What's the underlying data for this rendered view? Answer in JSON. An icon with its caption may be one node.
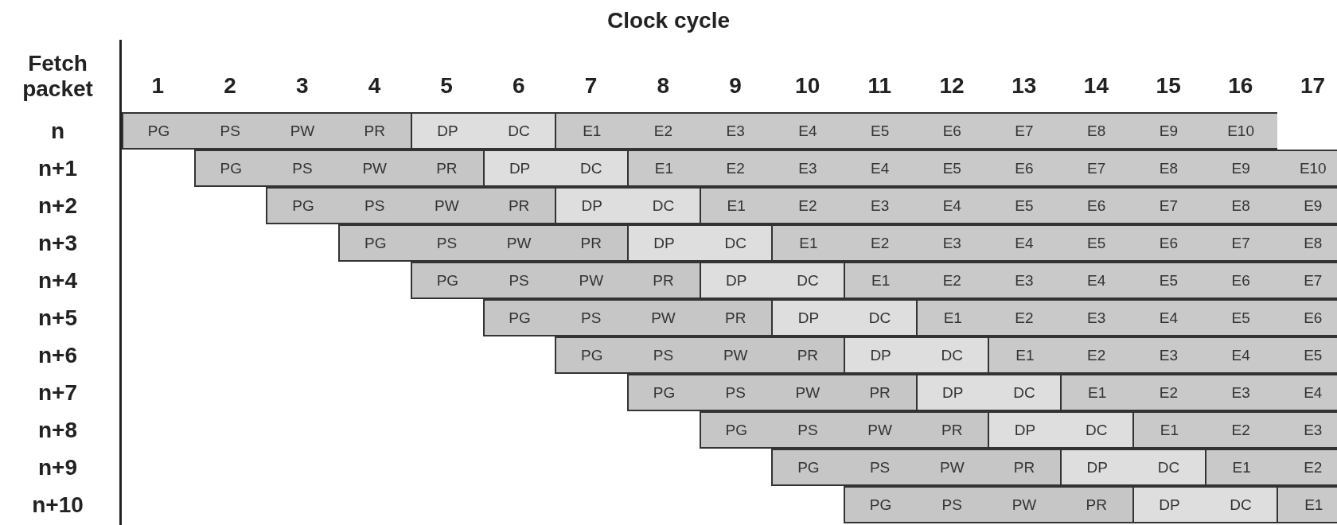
{
  "diagram": {
    "title": "Clock cycle",
    "labels": [
      "Fetch packet",
      "1",
      "2",
      "3",
      "4",
      "5",
      "6",
      "7",
      "8",
      "9",
      "10",
      "11",
      "12",
      "13",
      "14",
      "15",
      "16",
      "17",
      "n",
      "PG",
      "PS",
      "PW",
      "PR",
      "DP",
      "DC",
      "E1",
      "E2",
      "E3",
      "E4",
      "E5",
      "E6",
      "E7",
      "E8",
      "E9",
      "E10",
      "n+1",
      "PG",
      "PS",
      "PW",
      "PR",
      "DP",
      "DC",
      "E1",
      "E2",
      "E3",
      "E4",
      "E5",
      "E6",
      "E7",
      "E8",
      "E9",
      "E10",
      "n+2",
      "PG",
      "PS",
      "PW",
      "PR",
      "DP",
      "DC",
      "E1",
      "E2",
      "E3",
      "E4",
      "E5",
      "E6",
      "E7",
      "E8",
      "E9",
      "n+3",
      "PG",
      "PS",
      "PW",
      "PR",
      "DP",
      "DC",
      "E1",
      "E2",
      "E3",
      "E4",
      "E5",
      "E6",
      "E7",
      "E8",
      "n+4",
      "PG",
      "PS",
      "PW",
      "PR",
      "DP",
      "DC",
      "E1",
      "E2",
      "E3",
      "E4",
      "E5",
      "E6",
      "E7",
      "n+5",
      "PG",
      "PS",
      "PW",
      "PR",
      "DP",
      "DC",
      "E1",
      "E2",
      "E3",
      "E4",
      "E5",
      "E6",
      "n+6",
      "PG",
      "PS",
      "PW",
      "PR",
      "DP",
      "DC",
      "E1",
      "E2",
      "E3",
      "E4",
      "E5",
      "n+7",
      "PG",
      "PS",
      "PW",
      "PR",
      "DP",
      "DC",
      "E1",
      "E2",
      "E3",
      "E4",
      "n+8",
      "PG",
      "PS",
      "PW",
      "PR",
      "DP",
      "DC",
      "E1",
      "E2",
      "E3",
      "n+9",
      "PG",
      "PS",
      "PW",
      "PR",
      "DP",
      "DC",
      "E1",
      "E2",
      "n+10",
      "PG",
      "PS",
      "PW",
      "PR",
      "DP",
      "DC",
      "E1"
    ]
  }
}
